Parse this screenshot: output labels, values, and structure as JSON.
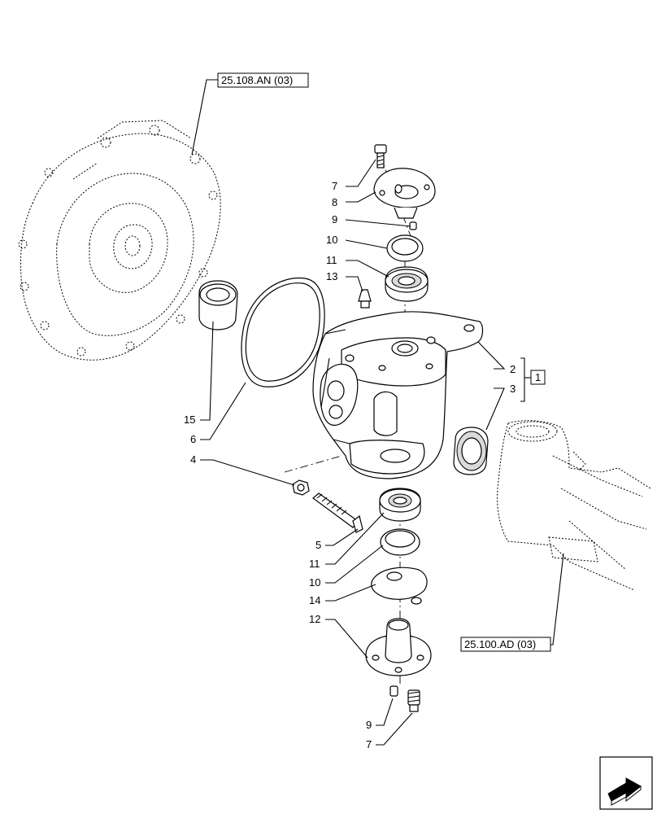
{
  "references": {
    "top": "25.108.AN (03)",
    "bottom": "25.100.AD (03)",
    "group": "1"
  },
  "callouts": {
    "c7_top": "7",
    "c8": "8",
    "c9_top": "9",
    "c10_top": "10",
    "c11_top": "11",
    "c13": "13",
    "c2": "2",
    "c3": "3",
    "c15": "15",
    "c6": "6",
    "c4": "4",
    "c5": "5",
    "c11_bottom": "11",
    "c10_bottom": "10",
    "c14": "14",
    "c12": "12",
    "c9_bottom": "9",
    "c7_bottom": "7"
  },
  "icons": {
    "nav": "next-page-arrow-icon"
  }
}
